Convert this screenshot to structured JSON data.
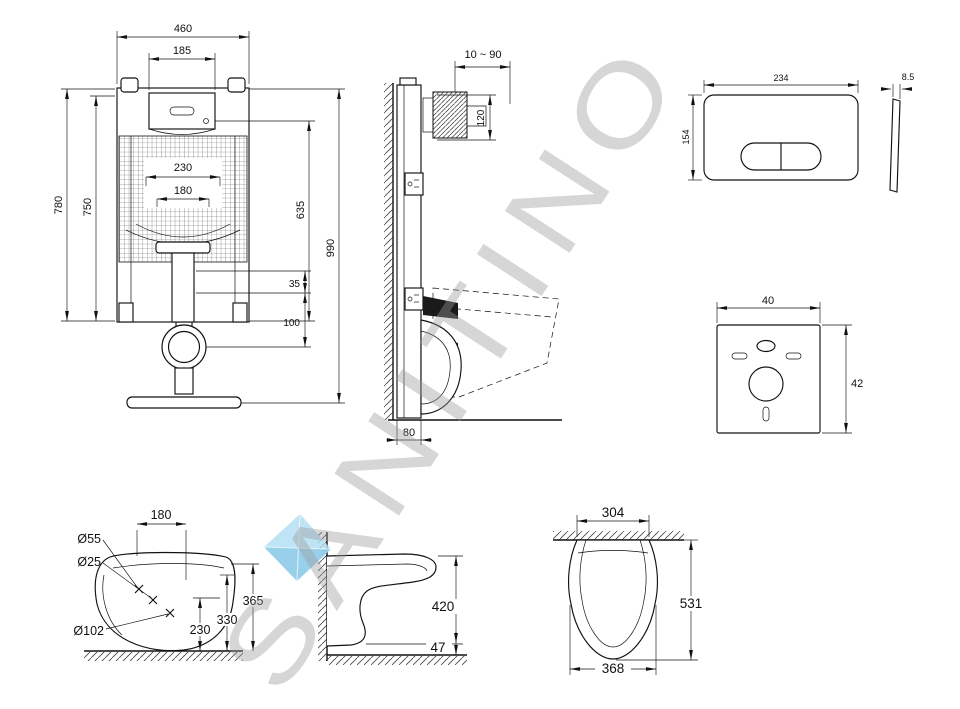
{
  "watermark": {
    "text": "SANITINO"
  },
  "views": {
    "cistern_front": {
      "dims": {
        "d460": "460",
        "d185": "185",
        "d780": "780",
        "d750": "750",
        "d230": "230",
        "d180": "180",
        "d635": "635",
        "d990": "990",
        "d35": "35",
        "d100": "100"
      }
    },
    "cistern_side": {
      "dims": {
        "range": "10 ~ 90",
        "d120": "120",
        "d80": "80"
      }
    },
    "flush_plate": {
      "dims": {
        "width": "234",
        "height": "154",
        "thickness": "8.5"
      }
    },
    "sound_pad": {
      "dims": {
        "width": "40",
        "height": "42"
      }
    },
    "toilet_mounting": {
      "dims": {
        "d55": "Ø55",
        "d25": "Ø25",
        "d102": "Ø102",
        "d180": "180",
        "d365": "365",
        "d330": "330",
        "d230": "230"
      }
    },
    "toilet_side": {
      "dims": {
        "d420": "420",
        "d47": "47"
      }
    },
    "toilet_top": {
      "dims": {
        "d304": "304",
        "d531": "531",
        "d368": "368"
      }
    }
  }
}
